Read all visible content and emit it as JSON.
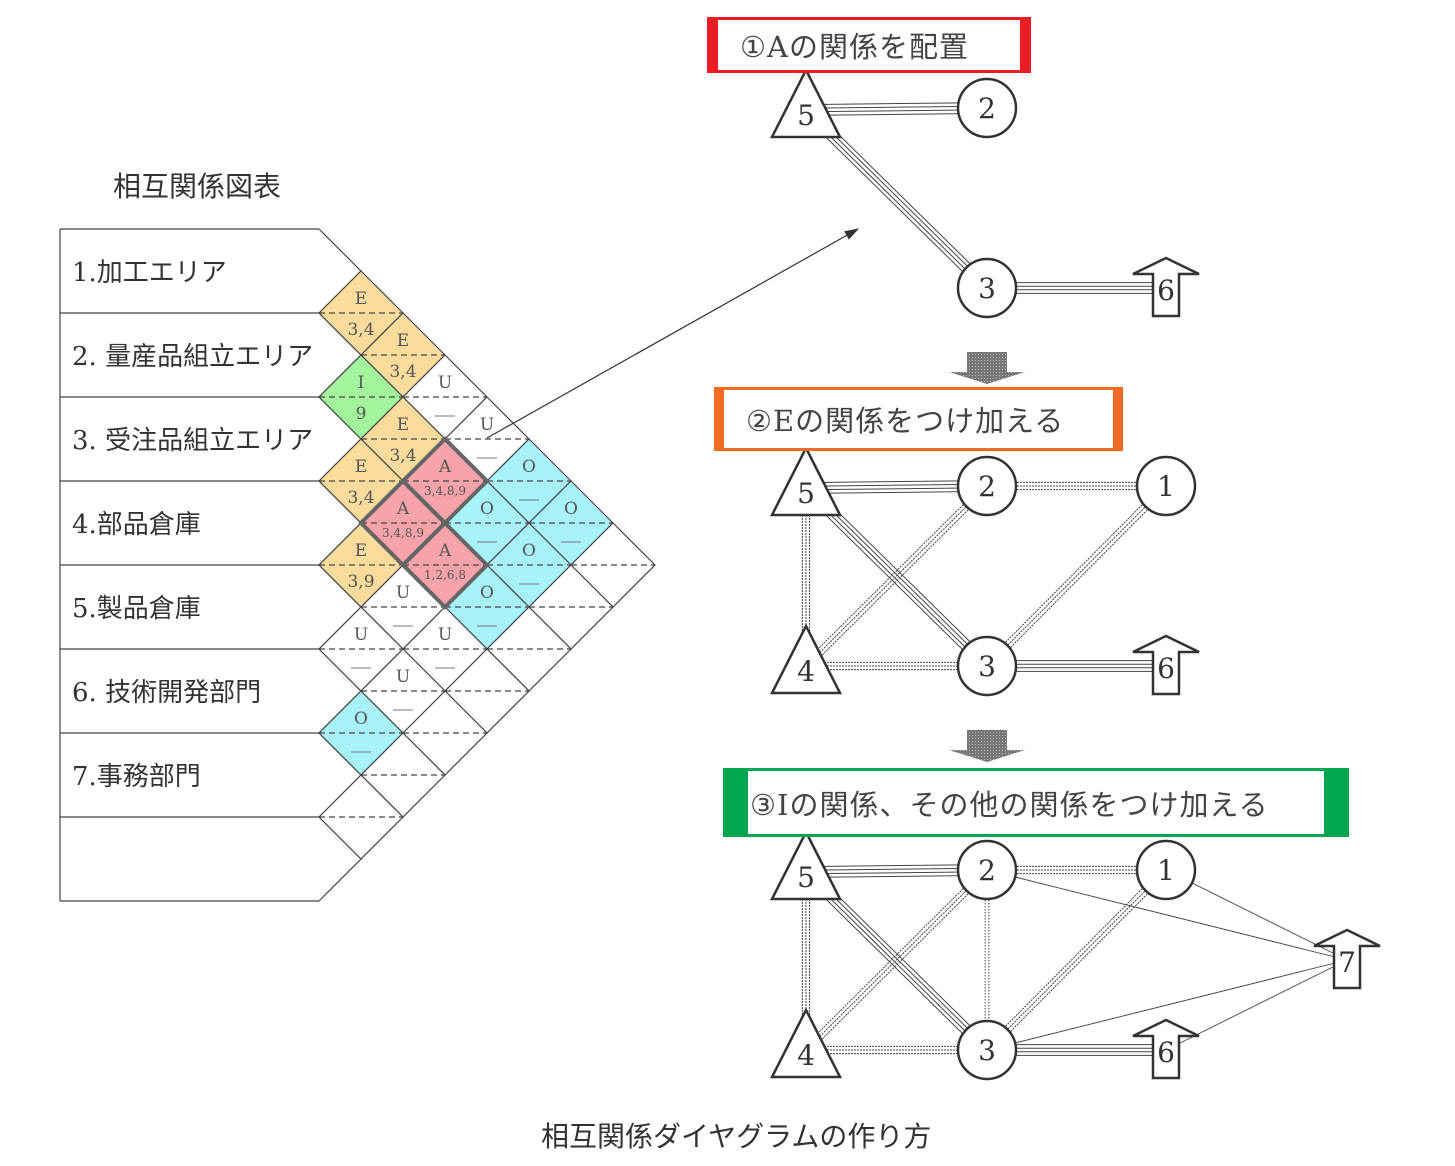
{
  "chart_title": "相互関係図表",
  "caption": "相互関係ダイヤグラムの作り方",
  "colors": {
    "E": "#fbdc9c",
    "I": "#a3f59b",
    "A": "#f6a3ab",
    "O": "#a8f3fb",
    "U": "#ffffff",
    "step1": "#ec1c24",
    "step2": "#f26b21",
    "step3": "#00a650"
  },
  "items": [
    "1.加工エリア",
    "2. 量産品組立エリア",
    "3. 受注品組立エリア",
    "4.部品倉庫",
    "5.製品倉庫",
    "6. 技術開発部門",
    "7.事務部門",
    ""
  ],
  "pairs": [
    {
      "i": 1,
      "j": 2,
      "rel": "E",
      "reason": "3,4"
    },
    {
      "i": 1,
      "j": 3,
      "rel": "E",
      "reason": "3,4"
    },
    {
      "i": 1,
      "j": 4,
      "rel": "U",
      "reason": "—"
    },
    {
      "i": 1,
      "j": 5,
      "rel": "U",
      "reason": "—"
    },
    {
      "i": 1,
      "j": 6,
      "rel": "O",
      "reason": "—"
    },
    {
      "i": 1,
      "j": 7,
      "rel": "O",
      "reason": "—"
    },
    {
      "i": 1,
      "j": 8,
      "rel": "",
      "reason": ""
    },
    {
      "i": 2,
      "j": 3,
      "rel": "I",
      "reason": "9"
    },
    {
      "i": 2,
      "j": 4,
      "rel": "E",
      "reason": "3,4"
    },
    {
      "i": 2,
      "j": 5,
      "rel": "A",
      "reason": "3,4,8,9"
    },
    {
      "i": 2,
      "j": 6,
      "rel": "O",
      "reason": "—"
    },
    {
      "i": 2,
      "j": 7,
      "rel": "O",
      "reason": "—"
    },
    {
      "i": 2,
      "j": 8,
      "rel": "",
      "reason": ""
    },
    {
      "i": 3,
      "j": 4,
      "rel": "E",
      "reason": "3,4"
    },
    {
      "i": 3,
      "j": 5,
      "rel": "A",
      "reason": "3,4,8,9"
    },
    {
      "i": 3,
      "j": 6,
      "rel": "A",
      "reason": "1,2,6,8"
    },
    {
      "i": 3,
      "j": 7,
      "rel": "O",
      "reason": "—"
    },
    {
      "i": 3,
      "j": 8,
      "rel": "",
      "reason": ""
    },
    {
      "i": 4,
      "j": 5,
      "rel": "E",
      "reason": "3,9"
    },
    {
      "i": 4,
      "j": 6,
      "rel": "U",
      "reason": "—"
    },
    {
      "i": 4,
      "j": 7,
      "rel": "U",
      "reason": "—"
    },
    {
      "i": 4,
      "j": 8,
      "rel": "",
      "reason": ""
    },
    {
      "i": 5,
      "j": 6,
      "rel": "U",
      "reason": "—"
    },
    {
      "i": 5,
      "j": 7,
      "rel": "U",
      "reason": "—"
    },
    {
      "i": 5,
      "j": 8,
      "rel": "",
      "reason": ""
    },
    {
      "i": 6,
      "j": 7,
      "rel": "O",
      "reason": "—"
    },
    {
      "i": 6,
      "j": 8,
      "rel": "",
      "reason": ""
    },
    {
      "i": 7,
      "j": 8,
      "rel": "",
      "reason": ""
    }
  ],
  "steps": [
    {
      "label": "①Aの関係を配置",
      "nodes": [
        {
          "id": "5",
          "shape": "triangle"
        },
        {
          "id": "2",
          "shape": "circle"
        },
        {
          "id": "3",
          "shape": "circle"
        },
        {
          "id": "6",
          "shape": "arrow"
        }
      ],
      "edges": [
        [
          "5",
          "2",
          "A"
        ],
        [
          "5",
          "3",
          "A"
        ],
        [
          "3",
          "6",
          "A"
        ]
      ]
    },
    {
      "label": "②Eの関係をつけ加える",
      "nodes": [
        {
          "id": "5",
          "shape": "triangle"
        },
        {
          "id": "2",
          "shape": "circle"
        },
        {
          "id": "1",
          "shape": "circle"
        },
        {
          "id": "4",
          "shape": "triangle"
        },
        {
          "id": "3",
          "shape": "circle"
        },
        {
          "id": "6",
          "shape": "arrow"
        }
      ],
      "edges": [
        [
          "5",
          "2",
          "A"
        ],
        [
          "5",
          "3",
          "A"
        ],
        [
          "3",
          "6",
          "A"
        ],
        [
          "2",
          "1",
          "E"
        ],
        [
          "1",
          "3",
          "E"
        ],
        [
          "2",
          "4",
          "E"
        ],
        [
          "4",
          "3",
          "E"
        ],
        [
          "5",
          "4",
          "E"
        ]
      ]
    },
    {
      "label": "③Iの関係、その他の関係をつけ加える",
      "nodes": [
        {
          "id": "5",
          "shape": "triangle"
        },
        {
          "id": "2",
          "shape": "circle"
        },
        {
          "id": "1",
          "shape": "circle"
        },
        {
          "id": "4",
          "shape": "triangle"
        },
        {
          "id": "3",
          "shape": "circle"
        },
        {
          "id": "6",
          "shape": "arrow"
        },
        {
          "id": "7",
          "shape": "arrow"
        }
      ],
      "edges": [
        [
          "5",
          "2",
          "A"
        ],
        [
          "5",
          "3",
          "A"
        ],
        [
          "3",
          "6",
          "A"
        ],
        [
          "2",
          "1",
          "E"
        ],
        [
          "1",
          "3",
          "E"
        ],
        [
          "2",
          "4",
          "E"
        ],
        [
          "4",
          "3",
          "E"
        ],
        [
          "5",
          "4",
          "E"
        ],
        [
          "2",
          "3",
          "I"
        ],
        [
          "1",
          "7",
          "O"
        ],
        [
          "2",
          "7",
          "O"
        ],
        [
          "3",
          "7",
          "O"
        ],
        [
          "6",
          "7",
          "O"
        ]
      ]
    }
  ]
}
